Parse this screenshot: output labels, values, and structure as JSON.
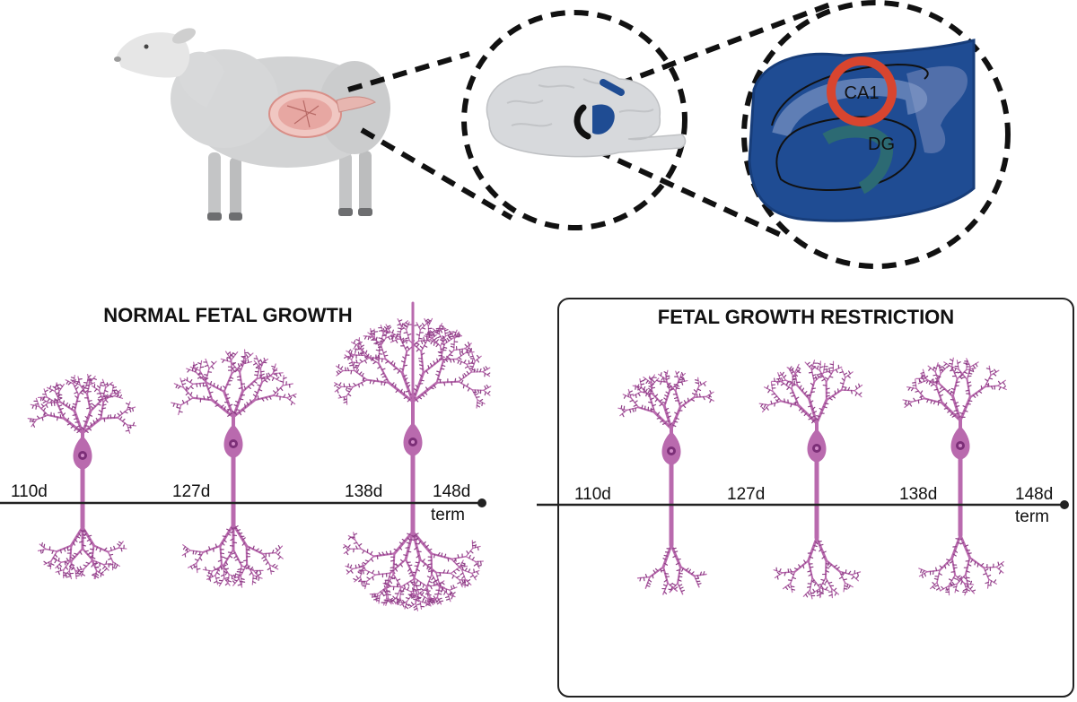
{
  "colors": {
    "neuron": "#b96aae",
    "neuron_dark": "#8d3f86",
    "soma_nucleus": "#7c2f78",
    "hippo_blue": "#1f4c93",
    "hippo_light": "#7f95c3",
    "hippo_teal": "#2c6a73",
    "ca1_ring": "#d8452f",
    "brain": "#d7d9dc",
    "sheep_wool": "#cfd0d1",
    "uterus": "#e7a7a2",
    "axis": "#222222",
    "box_border": "#222222"
  },
  "top": {
    "sheep_icon": "sheep-icon",
    "brain_icon": "brain-icon",
    "hippocampus": {
      "ca1_label": "CA1",
      "dg_label": "DG"
    }
  },
  "panels": {
    "normal": {
      "title": "NORMAL FETAL GROWTH",
      "ticks": [
        "110d",
        "127d",
        "138d",
        "148d"
      ],
      "term_label": "term"
    },
    "fgr": {
      "title": "FETAL GROWTH RESTRICTION",
      "ticks": [
        "110d",
        "127d",
        "138d",
        "148d"
      ],
      "term_label": "term"
    }
  }
}
